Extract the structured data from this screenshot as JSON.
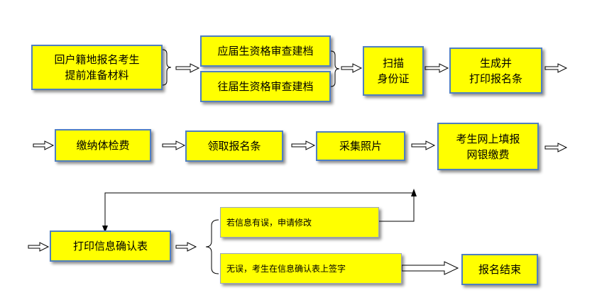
{
  "steps": {
    "s1": "回户籍地报名考生\n提前准备材料",
    "s2a": "应届生资格审查建档",
    "s2b": "往届生资格审查建档",
    "s3": "扫描\n身份证",
    "s4": "生成并\n打印报名条",
    "s5": "缴纳体检费",
    "s6": "领取报名条",
    "s7": "采集照片",
    "s8": "考生网上填报\n网银缴费",
    "s9": "打印信息确认表",
    "s10a": "若信息有误，申请修改",
    "s10b": "无误，考生在信息确认表上签字",
    "s11": "报名结束"
  },
  "colors": {
    "box_fill": "#ffff00",
    "box_border": "#4f7fc1"
  }
}
